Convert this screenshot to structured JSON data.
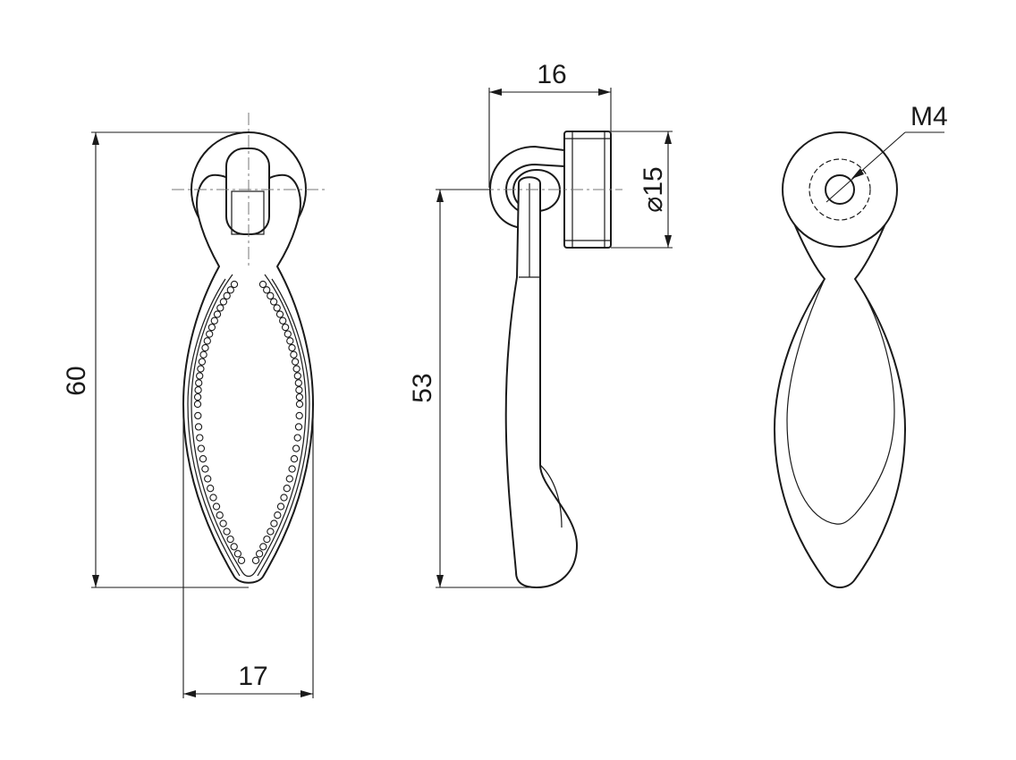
{
  "dimensions": {
    "height_total": "60",
    "width_front": "17",
    "depth_side": "16",
    "rose_diameter": "15",
    "diameter_symbol": "⌀",
    "drop_length": "53",
    "thread": "M4"
  }
}
